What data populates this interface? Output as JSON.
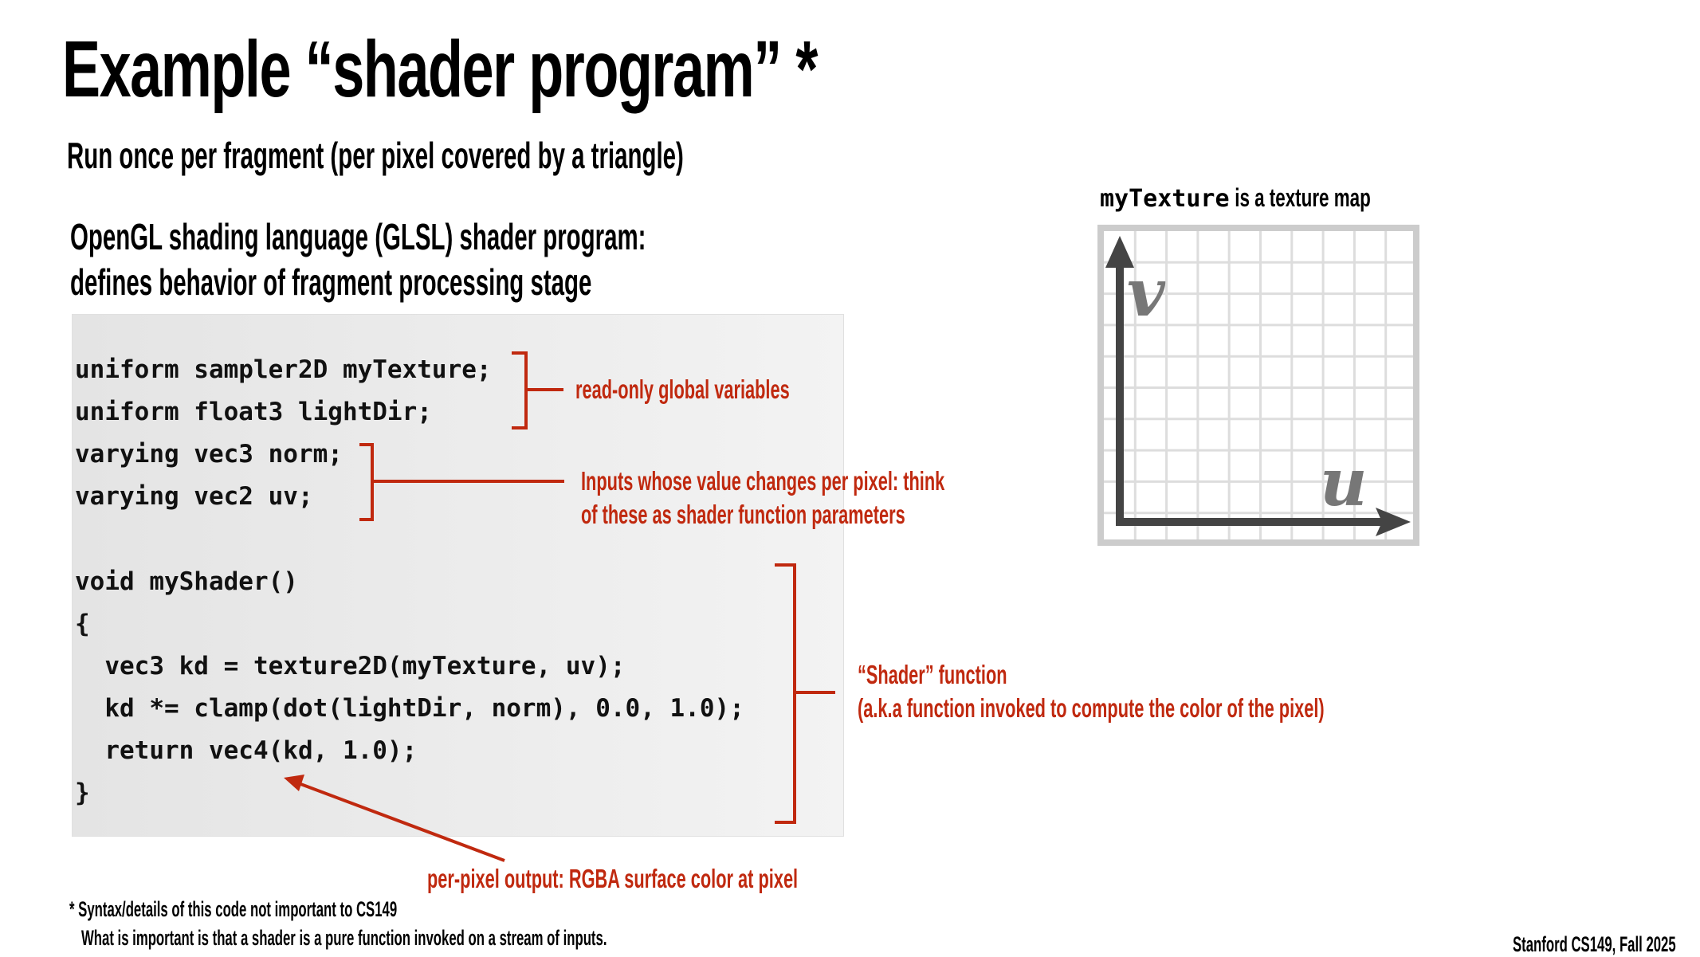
{
  "title": "Example “shader program” *",
  "subtitle": "Run once per fragment (per pixel covered by a triangle)",
  "glsl_heading": [
    "OpenGL shading language (GLSL) shader program:",
    "defines behavior of fragment processing stage"
  ],
  "code_lines": [
    "uniform sampler2D myTexture;",
    "uniform float3 lightDir;",
    "varying vec3 norm;",
    "varying vec2 uv;",
    "",
    "void myShader()",
    "{",
    "  vec3 kd = texture2D(myTexture, uv);",
    "  kd *= clamp(dot(lightDir, norm), 0.0, 1.0);",
    "  return vec4(kd, 1.0);",
    "}"
  ],
  "annotations": {
    "uniforms": "read-only global variables",
    "varyings": [
      "Inputs whose value changes per pixel: think",
      "of these as shader function parameters"
    ],
    "function": [
      "“Shader” function",
      "(a.k.a function invoked to compute the color of the pixel)"
    ],
    "output": "per-pixel output: RGBA surface color at pixel"
  },
  "texture": {
    "label_code": "myTexture",
    "label_rest": " is a texture map",
    "u_label": "u",
    "v_label": "v"
  },
  "footnote": [
    "* Syntax/details of this code not important to CS149",
    "What is important is that a shader is a pure function invoked on a stream of inputs."
  ],
  "credit": "Stanford CS149, Fall 2025",
  "colors": {
    "accent": "#c0290f",
    "axis": "#444444",
    "grid": "#dddddd"
  }
}
